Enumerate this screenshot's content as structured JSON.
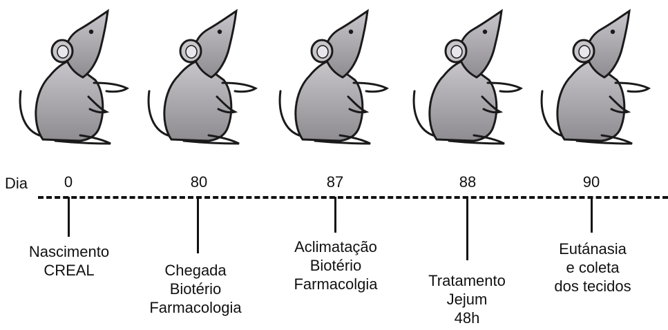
{
  "diagram": {
    "axis_label": "Dia",
    "milestones": [
      {
        "day": "0",
        "lines": [
          "Nascimento",
          "CREAL"
        ]
      },
      {
        "day": "80",
        "lines": [
          "Chegada",
          "Biotério",
          "Farmacologia"
        ]
      },
      {
        "day": "87",
        "lines": [
          "Aclimatação",
          "Biotério",
          "Farmacolgia"
        ]
      },
      {
        "day": "88",
        "lines": [
          "Tratamento",
          "Jejum",
          "48h"
        ]
      },
      {
        "day": "90",
        "lines": [
          "Eutánasia",
          "e coleta",
          "dos tecidos"
        ]
      }
    ],
    "icon": "mouse-icon",
    "colors": {
      "line": "#111111",
      "mouse_fill_top": "#c9c6cb",
      "mouse_fill_bottom": "#8e8b91",
      "mouse_outline": "#1a1a1a"
    }
  }
}
